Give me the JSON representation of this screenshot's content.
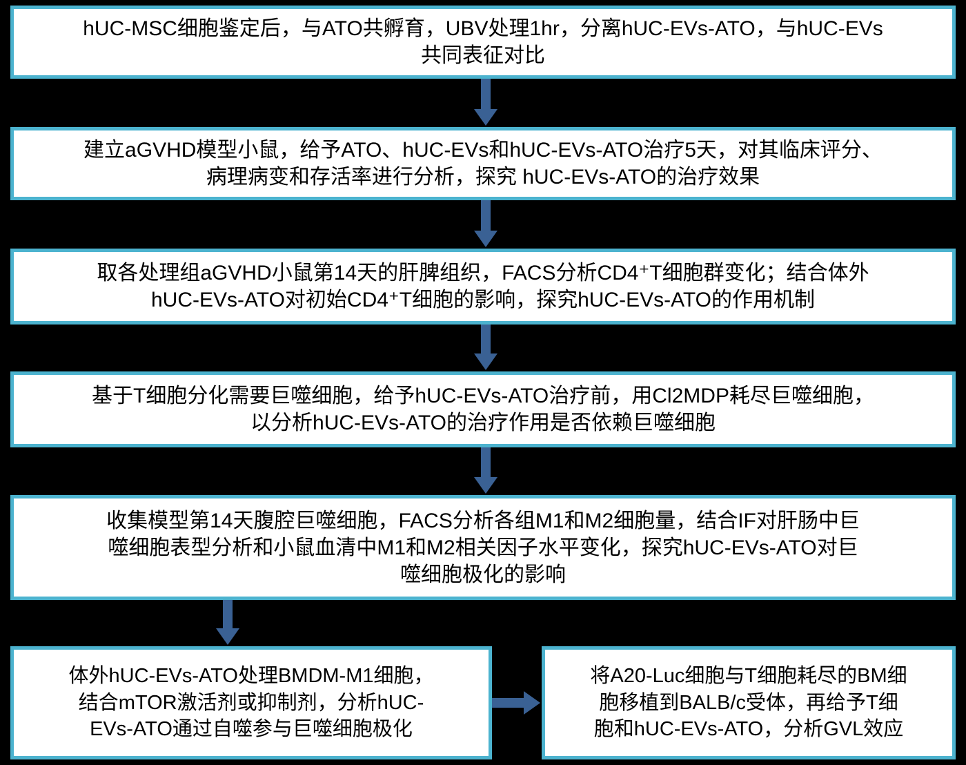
{
  "diagram": {
    "title": "hUC-EVs-ATO aGVHD 研究技术路线流程图",
    "colors": {
      "background": "#000000",
      "box_fill": "#ffffff",
      "box_border": "#4cb3cf",
      "arrow": "#3a6194",
      "text": "#000000"
    },
    "nodes": [
      {
        "id": "node-1",
        "order": 1,
        "text": "hUC-MSC细胞鉴定后，与ATO共孵育，UBV处理1hr，分离hUC-EVs-ATO，与hUC-EVs\n共同表征对比"
      },
      {
        "id": "node-2",
        "order": 2,
        "text": "建立aGVHD模型小鼠，给予ATO、hUC-EVs和hUC-EVs-ATO治疗5天，对其临床评分、\n病理病变和存活率进行分析，探究 hUC-EVs-ATO的治疗效果"
      },
      {
        "id": "node-3",
        "order": 3,
        "text": "取各处理组aGVHD小鼠第14天的肝脾组织，FACS分析CD4⁺T细胞群变化；结合体外\nhUC-EVs-ATO对初始CD4⁺T细胞的影响，探究hUC-EVs-ATO的作用机制"
      },
      {
        "id": "node-4",
        "order": 4,
        "text": "基于T细胞分化需要巨噬细胞，给予hUC-EVs-ATO治疗前，用Cl2MDP耗尽巨噬细胞，\n以分析hUC-EVs-ATO的治疗作用是否依赖巨噬细胞"
      },
      {
        "id": "node-5",
        "order": 5,
        "text": "收集模型第14天腹腔巨噬细胞，FACS分析各组M1和M2细胞量，结合IF对肝肠中巨\n噬细胞表型分析和小鼠血清中M1和M2相关因子水平变化，探究hUC-EVs-ATO对巨\n噬细胞极化的影响"
      },
      {
        "id": "node-6",
        "order": 6,
        "text": "体外hUC-EVs-ATO处理BMDM-M1细胞，\n结合mTOR激活剂或抑制剂，分析hUC-\nEVs-ATO通过自噬参与巨噬细胞极化"
      },
      {
        "id": "node-7",
        "order": 7,
        "text": "将A20-Luc细胞与T细胞耗尽的BM细\n胞移植到BALB/c受体，再给予T细\n胞和hUC-EVs-ATO，分析GVL效应"
      }
    ],
    "arrows": [
      {
        "id": "arrow-1",
        "direction": "down",
        "from": "node-1",
        "to": "node-2"
      },
      {
        "id": "arrow-2",
        "direction": "down",
        "from": "node-2",
        "to": "node-3"
      },
      {
        "id": "arrow-3",
        "direction": "down",
        "from": "node-3",
        "to": "node-4"
      },
      {
        "id": "arrow-4",
        "direction": "down",
        "from": "node-4",
        "to": "node-5"
      },
      {
        "id": "arrow-5",
        "direction": "down",
        "from": "node-5",
        "to": "node-6"
      },
      {
        "id": "arrow-6",
        "direction": "right",
        "from": "node-6",
        "to": "node-7"
      }
    ]
  }
}
